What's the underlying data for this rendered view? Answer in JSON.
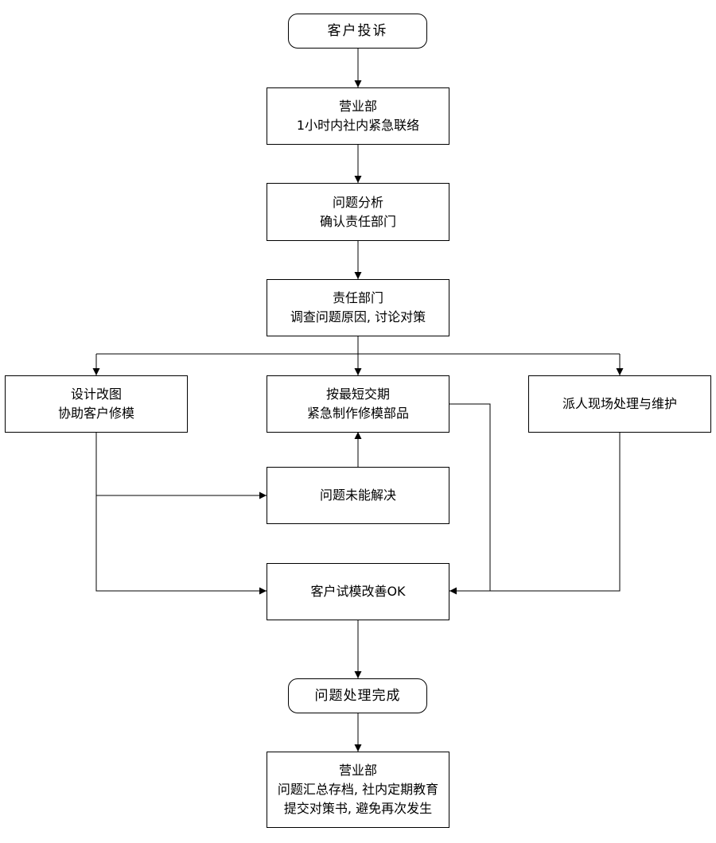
{
  "nodes": {
    "start": {
      "lines": [
        "客户投诉"
      ]
    },
    "sales": {
      "lines": [
        "营业部",
        "1小时内社内紧急联络"
      ]
    },
    "analysis": {
      "lines": [
        "问题分析",
        "确认责任部门"
      ]
    },
    "resp": {
      "lines": [
        "责任部门",
        "调查问题原因, 讨论对策"
      ]
    },
    "design": {
      "lines": [
        "设计改图",
        "协助客户修模"
      ]
    },
    "urgent": {
      "lines": [
        "按最短交期",
        "紧急制作修模部品"
      ]
    },
    "onsite": {
      "lines": [
        "派人现场处理与维护"
      ]
    },
    "unsolved": {
      "lines": [
        "问题未能解决"
      ]
    },
    "trial": {
      "lines": [
        "客户试模改善OK"
      ]
    },
    "done": {
      "lines": [
        "问题处理完成"
      ]
    },
    "final": {
      "lines": [
        "营业部",
        "问题汇总存档, 社内定期教育",
        "提交对策书, 避免再次发生"
      ]
    }
  },
  "colors": {
    "line": "#000000",
    "border": "#000000",
    "background": "#ffffff"
  }
}
